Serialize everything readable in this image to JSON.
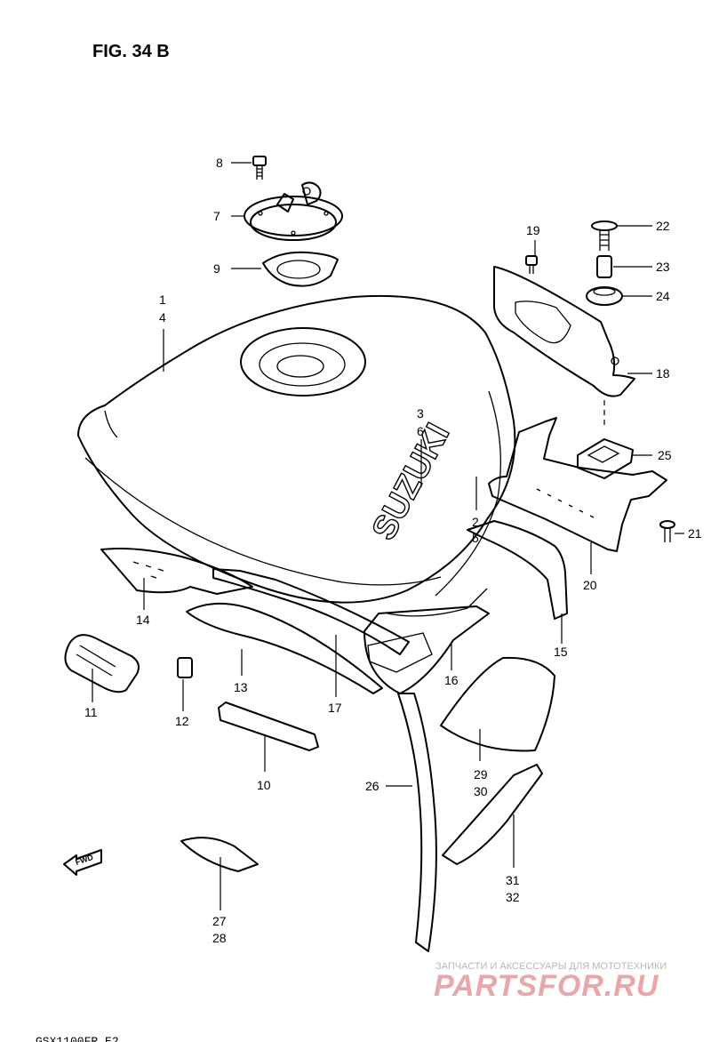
{
  "figure_title": "FIG. 34 B",
  "brand_text": "SUZUKI",
  "fwd_label": "FWD",
  "footer_code": "GSX1100FR.E2",
  "watermark": {
    "line1": "ЗАПЧАСТИ И АКСЕССУАРЫ ДЛЯ МОТОТЕХНИКИ",
    "line2": "PARTSFOR.RU"
  },
  "callouts": {
    "c1": "1",
    "c4": "4",
    "c2": "2",
    "c5": "5",
    "c3": "3",
    "c6": "6",
    "c7": "7",
    "c8": "8",
    "c9": "9",
    "c10": "10",
    "c11": "11",
    "c12": "12",
    "c13": "13",
    "c14": "14",
    "c15": "15",
    "c16": "16",
    "c17": "17",
    "c18": "18",
    "c19": "19",
    "c20": "20",
    "c21": "21",
    "c22": "22",
    "c23": "23",
    "c24": "24",
    "c25": "25",
    "c26": "26",
    "c27": "27",
    "c28": "28",
    "c29": "29",
    "c30": "30",
    "c31": "31",
    "c32": "32"
  },
  "colors": {
    "line": "#000000",
    "background": "#ffffff",
    "watermark_red": "#e8a7ab"
  }
}
